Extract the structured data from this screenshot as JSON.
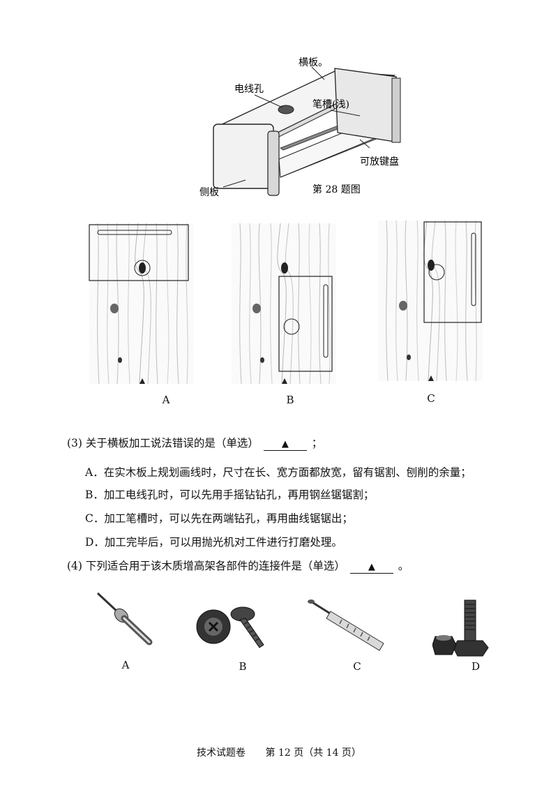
{
  "figure28": {
    "labels": {
      "crossboard": "横板。",
      "wire_hole": "电线孔",
      "pen_slot": "笔槽(浅)",
      "keyboard_shelf": "可放键盘",
      "side_board": "侧板",
      "caption": "第 28 题图"
    }
  },
  "layout_options": [
    "A",
    "B",
    "C"
  ],
  "questions": [
    {
      "id": "q3",
      "stem_prefix": "(3) 关于横板加工说法错误的是（单选）",
      "blank_mark": "▲",
      "stem_suffix": "；",
      "options": [
        "A．在实木板上规划画线时，尺寸在长、宽方面都放宽，留有锯割、刨削的余量；",
        "B．加工电线孔时，可以先用手摇钻钻孔，再用钢丝锯锯割；",
        "C．加工笔槽时，可以先在两端钻孔，再用曲线锯锯出；",
        "D．加工完毕后，可以用抛光机对工件进行打磨处理。"
      ]
    },
    {
      "id": "q4",
      "stem_prefix": "(4) 下列适合用于该木质增高架各部件的连接件是（单选）",
      "blank_mark": "▲",
      "stem_suffix": "。"
    }
  ],
  "connector_options": [
    "A",
    "B",
    "C",
    "D"
  ],
  "footer": {
    "paper": "技术试题卷",
    "page": "第 12 页（共 14 页）"
  }
}
